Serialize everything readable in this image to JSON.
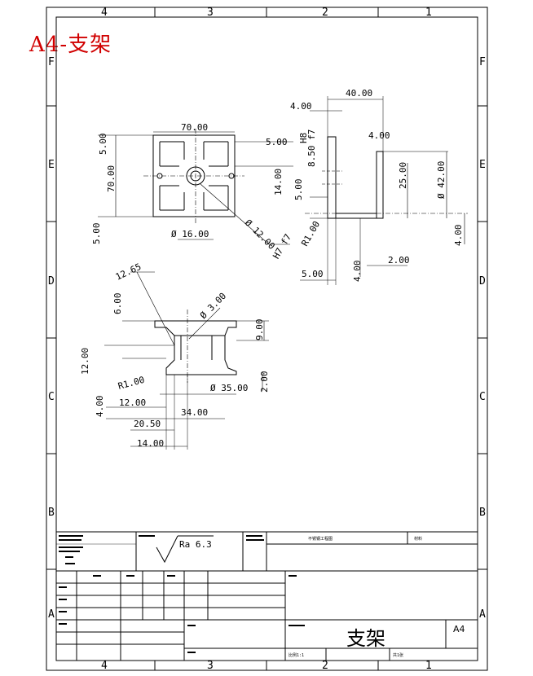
{
  "header": {
    "title": "A4-支架"
  },
  "zones": {
    "top": [
      "4",
      "3",
      "2",
      "1"
    ],
    "bottom": [
      "4",
      "3",
      "2",
      "1"
    ],
    "left": [
      "F",
      "E",
      "D",
      "C",
      "B",
      "A"
    ],
    "right": [
      "F",
      "E",
      "D",
      "C",
      "B",
      "A"
    ]
  },
  "front_view": {
    "width": "70.00",
    "height": "70.00",
    "top_margin": "5.00",
    "right_margin": "5.00",
    "bottom_margin": "5.00",
    "inner": "14.00",
    "center_dia": "Ø 16.00",
    "hole_dia": "Ø 12.00",
    "hole_tol": "H7 f7"
  },
  "side_view": {
    "length": "40.00",
    "wall": "4.00",
    "small_w": "4.00",
    "h8f7": "8.50 f7",
    "h8": "H8",
    "dim25": "25.00",
    "dia42": "Ø 42.00",
    "dim5": "5.00",
    "r1": "R1.00",
    "bot5": "5.00",
    "bot4": "4.00",
    "bot2": "2.00",
    "right4": "4.00"
  },
  "section_view": {
    "d1265": "12.65",
    "d6": "6.00",
    "dia3": "Ø 3.00",
    "d9": "9.00",
    "d12v": "12.00",
    "r1": "R1.00",
    "dia35": "Ø 35.00",
    "d2": "2.00",
    "d4": "4.00",
    "d12h": "12.00",
    "d34": "34.00",
    "d2050": "20.50",
    "d14": "14.00"
  },
  "surface": {
    "roughness": "Ra  6.3"
  },
  "title_block": {
    "part_name": "支架",
    "size": "A4",
    "small1": "不锈钢工程图",
    "small2": "材料",
    "scale": "比例1:1",
    "sheet": "共1张"
  }
}
